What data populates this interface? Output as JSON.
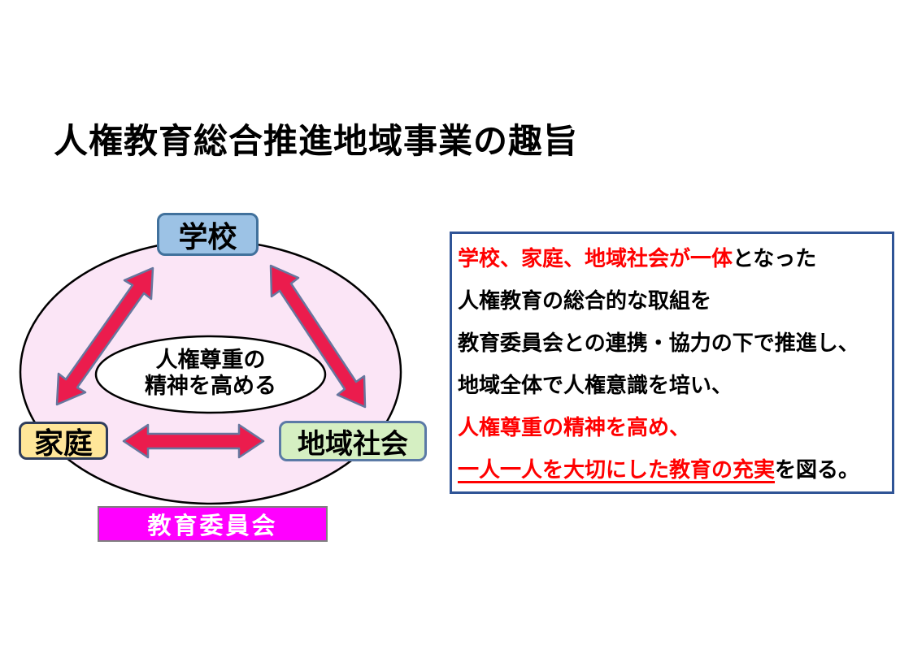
{
  "slide": {
    "title": "人権教育総合推進地域事業の趣旨"
  },
  "diagram": {
    "school_label": "学校",
    "family_label": "家庭",
    "community_label": "地域社会",
    "board_label": "教育委員会",
    "center_line1": "人権尊重の",
    "center_line2": "精神を高める",
    "colors": {
      "school_fill": "#9CC2E5",
      "school_border": "#41719C",
      "family_fill": "#FFE699",
      "community_fill": "#D5EFC2",
      "board_fill": "#FF00FF",
      "board_text": "#FFFFFF",
      "outer_ellipse_fill": "#FBE5F6",
      "inner_ellipse_fill": "#FFFFFF",
      "arrow_fill": "#EB1C4D",
      "arrow_outline": "#66779E",
      "summary_border": "#2F5496",
      "red_text": "#FF0000"
    }
  },
  "summary_box": {
    "line1_red": "学校、家庭、地域社会が一体",
    "line1_black": "となった",
    "line2": "人権教育の総合的な取組を",
    "line3": "教育委員会との連携・協力の下で推進し、",
    "line4": "地域全体で人権意識を培い、",
    "line5": "人権尊重の精神を高め、",
    "line6_red_underlined": "一人一人を大切にした教育の充実",
    "line6_black": "を図る。"
  }
}
